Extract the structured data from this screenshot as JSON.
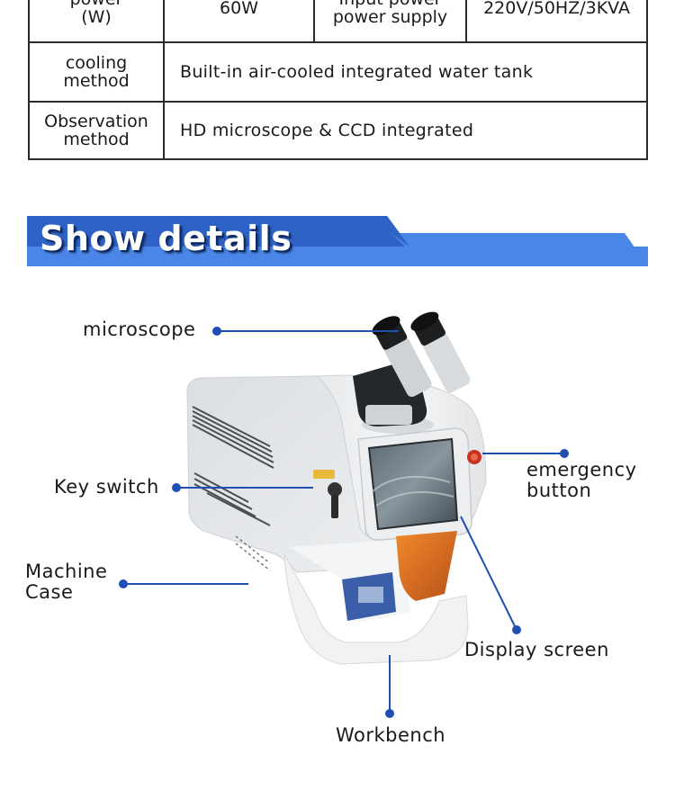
{
  "spec_table": {
    "rows": [
      {
        "cells": [
          {
            "lines": [
              "power",
              "(W)"
            ]
          },
          {
            "lines": [
              "60W"
            ]
          },
          {
            "lines": [
              "Input power",
              "power supply"
            ]
          },
          {
            "lines": [
              "220V/50HZ/3KVA"
            ]
          }
        ]
      },
      {
        "cells": [
          {
            "lines": [
              "cooling",
              "method"
            ]
          },
          {
            "text": "Built-in air-cooled integrated water tank"
          }
        ]
      },
      {
        "cells": [
          {
            "lines": [
              "Observation",
              "method"
            ]
          },
          {
            "text": "HD microscope & CCD integrated"
          }
        ]
      }
    ]
  },
  "banner": {
    "title": "Show details",
    "colors": {
      "primary": "#2f62c6",
      "secondary": "#4a86e8"
    }
  },
  "diagram": {
    "line_color": "#1f4fb4",
    "labels": {
      "microscope": "microscope",
      "key_switch": "Key switch",
      "machine_case": [
        "Machine",
        "Case"
      ],
      "emergency_button": [
        "emergency",
        "button"
      ],
      "display_screen": "Display screen",
      "workbench": "Workbench"
    }
  }
}
